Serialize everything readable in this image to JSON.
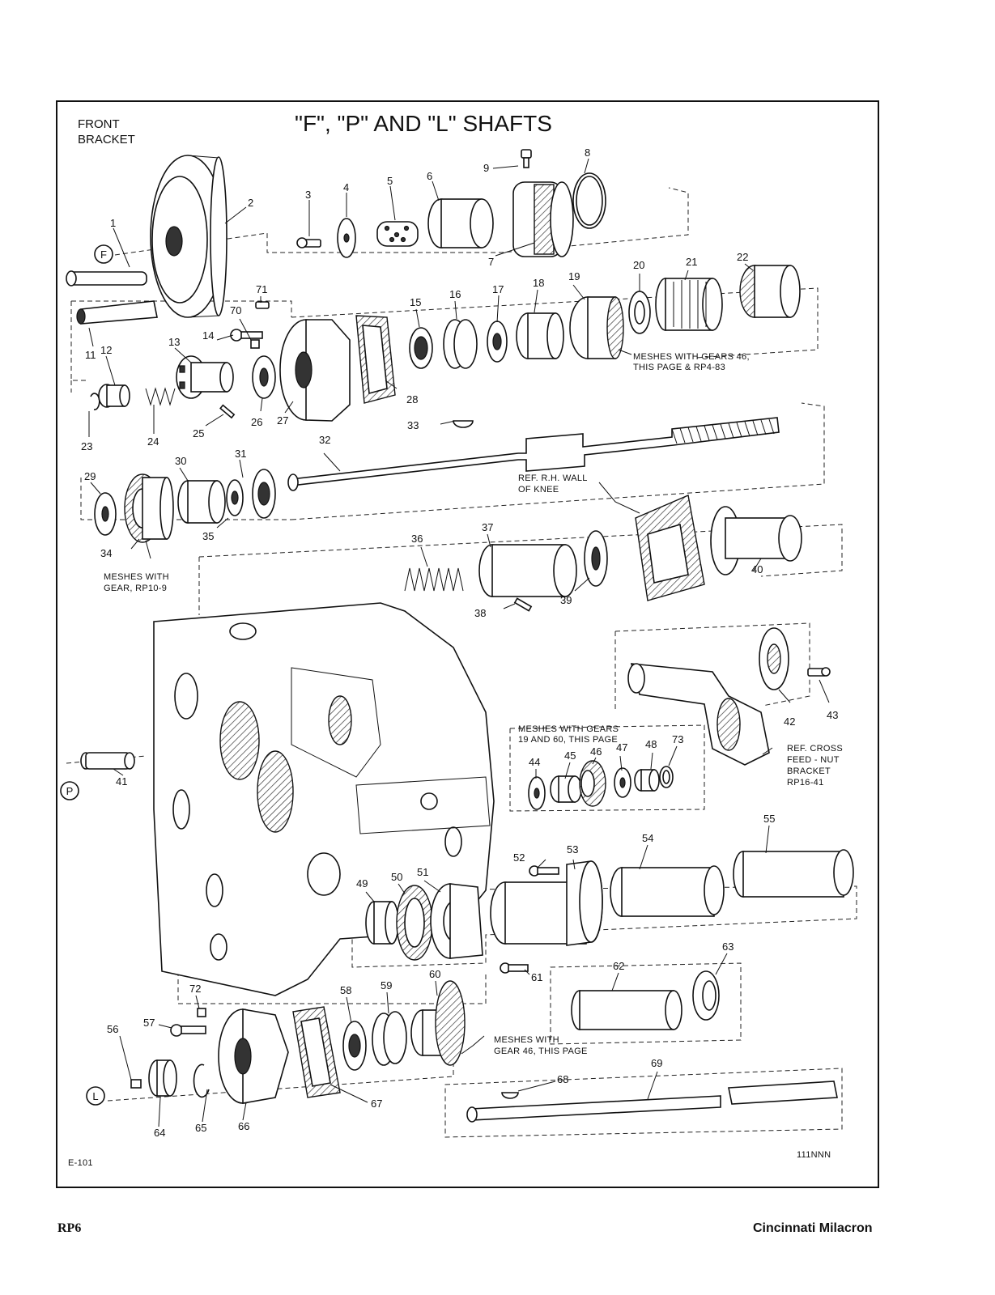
{
  "header": {
    "bracket_label_line1": "FRONT",
    "bracket_label_line2": "BRACKET",
    "title": "\"F\", \"P\" AND \"L\" SHAFTS"
  },
  "shaft_markers": [
    "F",
    "P",
    "L"
  ],
  "notes": {
    "gear19_line1": "MESHES WITH GEARS 46,",
    "gear19_line2": "THIS PAGE & RP4-83",
    "gear34_line1": "MESHES WITH",
    "gear34_line2": "GEAR, RP10-9",
    "knee_line1": "REF. R.H. WALL",
    "knee_line2": "OF KNEE",
    "gear46_line1": "MESHES WITH GEARS",
    "gear46_line2": "19 AND 60, THIS PAGE",
    "crossfeed_line1": "REF. CROSS",
    "crossfeed_line2": "FEED - NUT",
    "crossfeed_line3": "BRACKET",
    "crossfeed_line4": "RP16-41",
    "gear60_line1": "MESHES WITH",
    "gear60_line2": "GEAR 46, THIS PAGE"
  },
  "callouts": {
    "c1": "1",
    "c2": "2",
    "c3": "3",
    "c4": "4",
    "c5": "5",
    "c6": "6",
    "c7": "7",
    "c8": "8",
    "c9": "9",
    "c11": "11",
    "c12": "12",
    "c13": "13",
    "c14": "14",
    "c15": "15",
    "c16": "16",
    "c17": "17",
    "c18": "18",
    "c19": "19",
    "c20": "20",
    "c21": "21",
    "c22": "22",
    "c23": "23",
    "c24": "24",
    "c25": "25",
    "c26": "26",
    "c27": "27",
    "c28": "28",
    "c29": "29",
    "c30": "30",
    "c31": "31",
    "c32": "32",
    "c33": "33",
    "c34": "34",
    "c35": "35",
    "c36": "36",
    "c37": "37",
    "c38": "38",
    "c39": "39",
    "c40": "40",
    "c41": "41",
    "c42": "42",
    "c43": "43",
    "c44": "44",
    "c45": "45",
    "c46": "46",
    "c47": "47",
    "c48": "48",
    "c49": "49",
    "c50": "50",
    "c51": "51",
    "c52": "52",
    "c53": "53",
    "c54": "54",
    "c55": "55",
    "c56": "56",
    "c57": "57",
    "c58": "58",
    "c59": "59",
    "c60": "60",
    "c61": "61",
    "c62": "62",
    "c63": "63",
    "c64": "64",
    "c65": "65",
    "c66": "66",
    "c67": "67",
    "c68": "68",
    "c69": "69",
    "c70": "70",
    "c71": "71",
    "c72": "72",
    "c73": "73"
  },
  "figure_code": "E-101",
  "drawing_code": "111NNN",
  "footer": {
    "page_code": "RP6",
    "brand": "Cincinnati Milacron"
  }
}
